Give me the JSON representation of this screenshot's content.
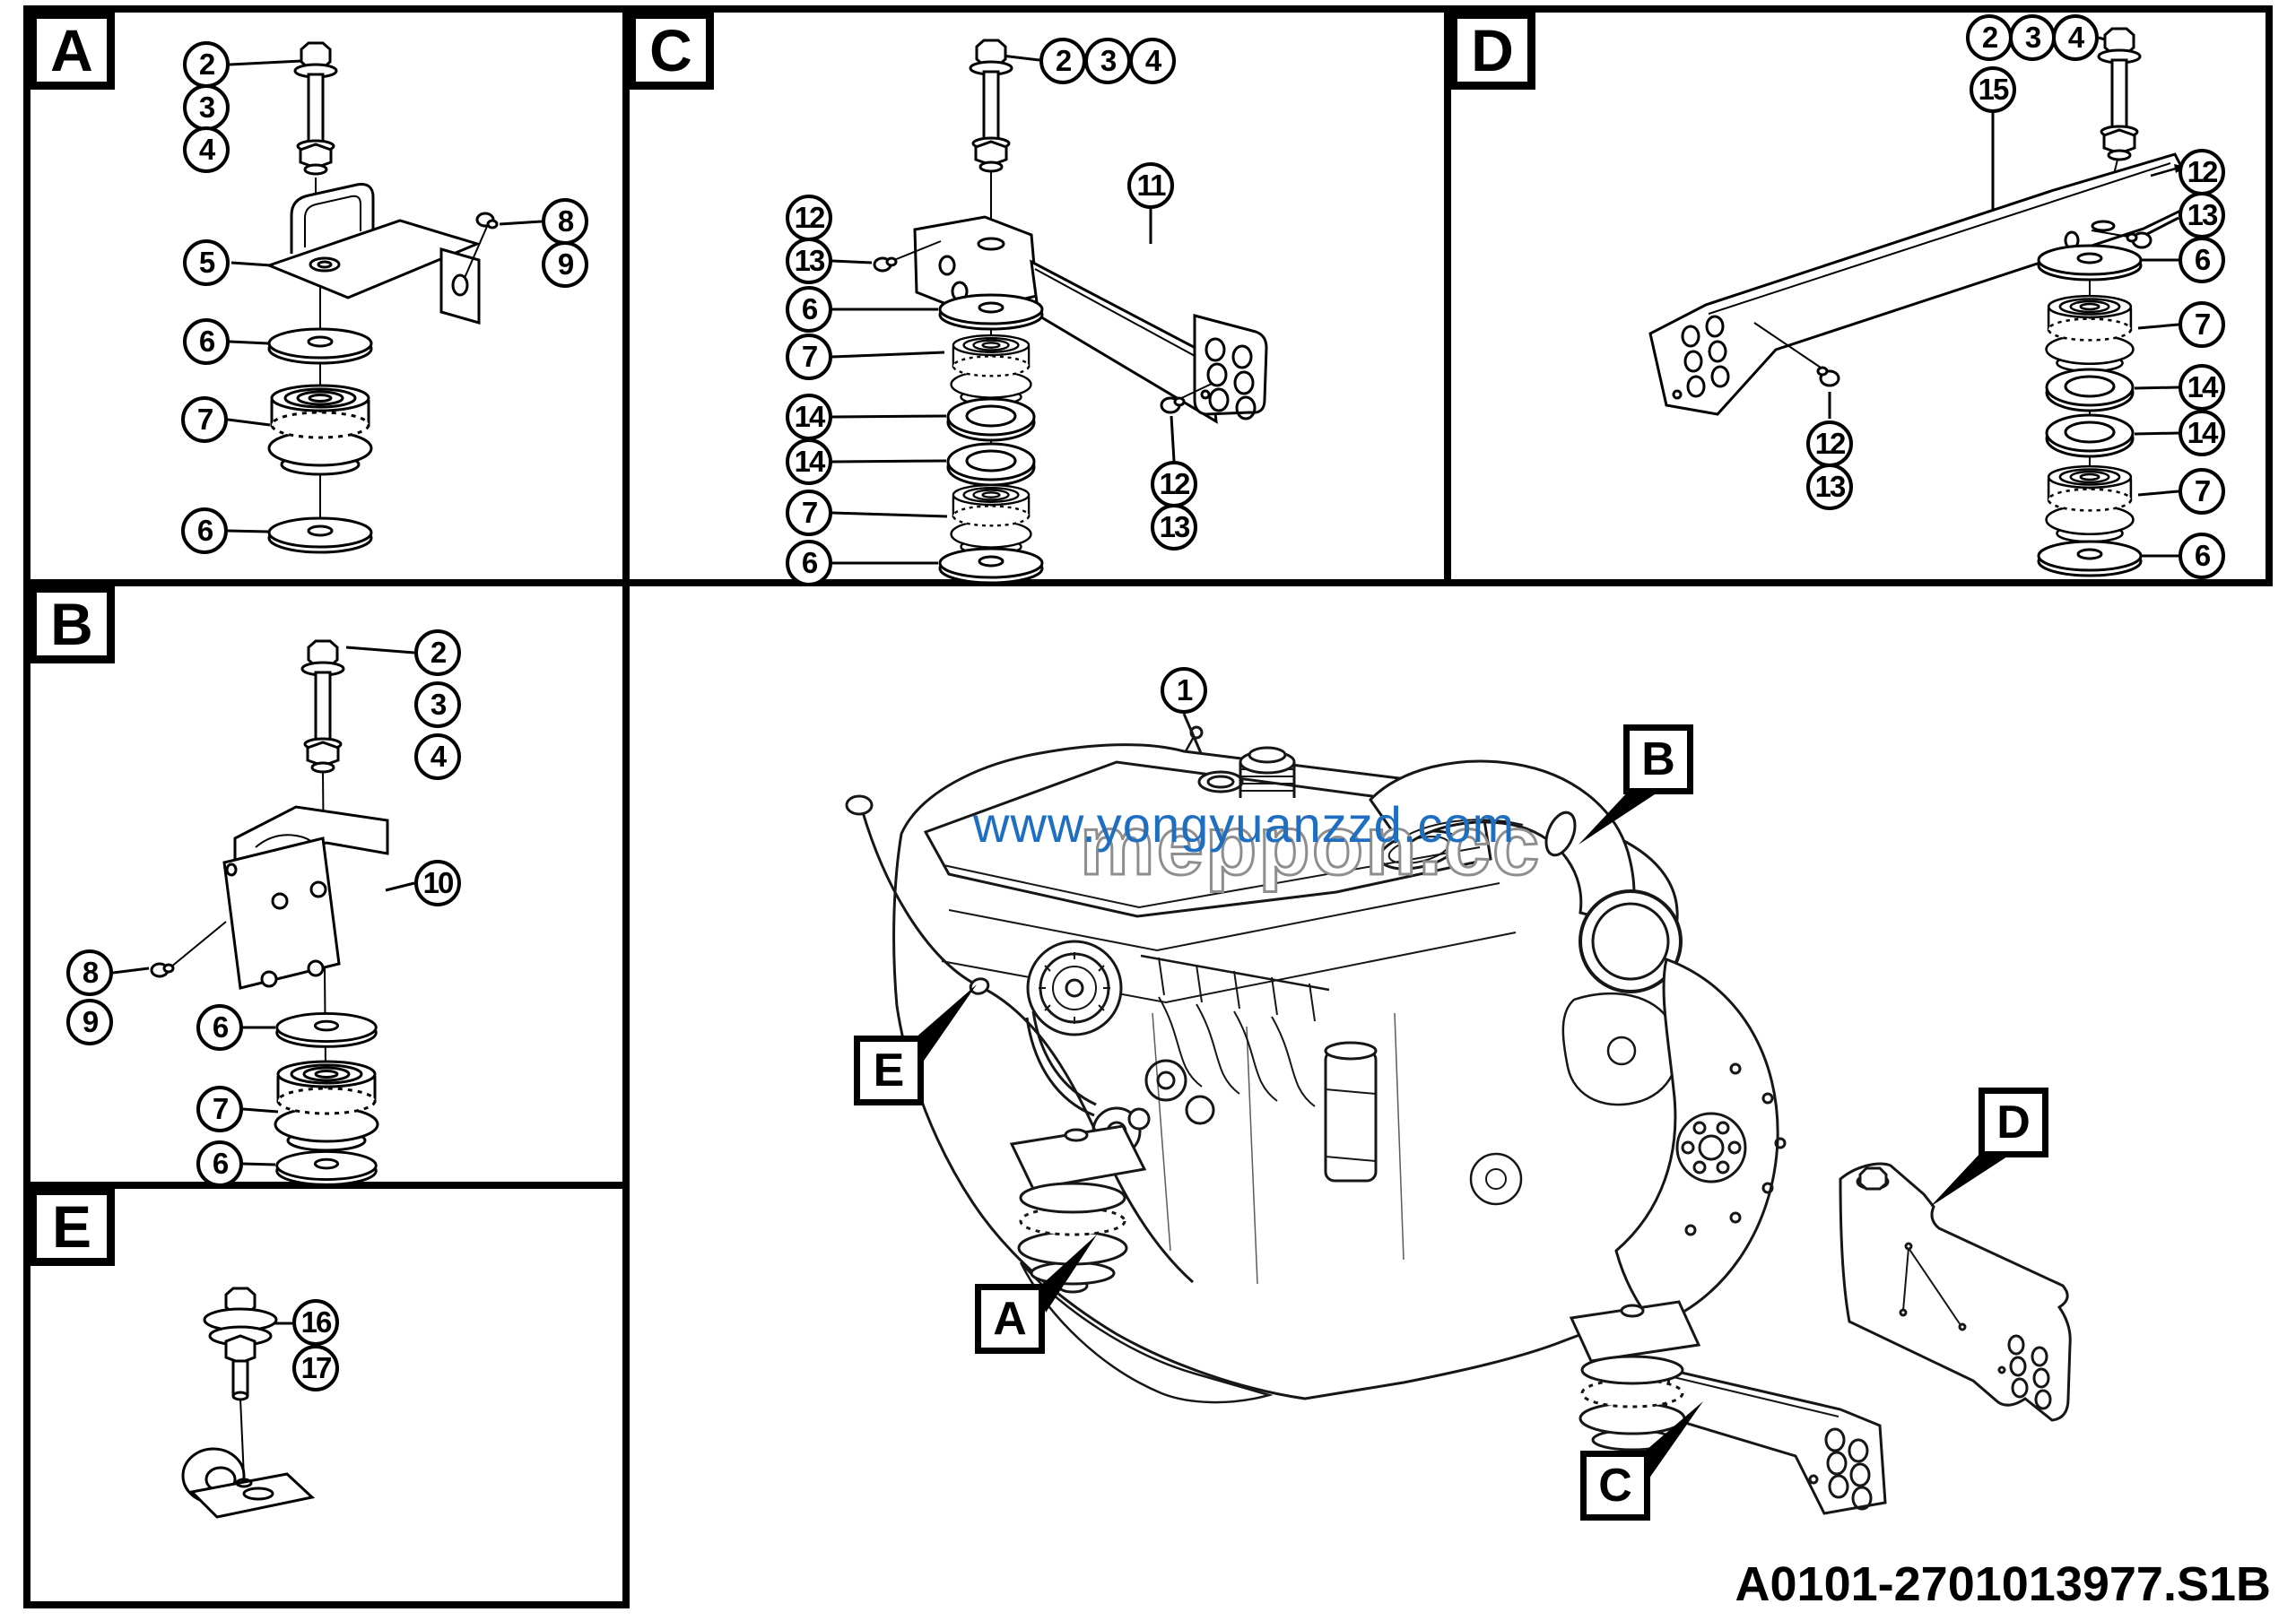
{
  "panelA": {
    "label": "A",
    "callouts": [
      "2",
      "3",
      "4",
      "8",
      "9",
      "5",
      "6",
      "7",
      "6"
    ]
  },
  "panelB": {
    "label": "B",
    "callouts": [
      "2",
      "3",
      "4",
      "10",
      "8",
      "9",
      "6",
      "7",
      "6"
    ]
  },
  "panelC": {
    "label": "C",
    "callouts": [
      "2",
      "3",
      "4",
      "11",
      "12",
      "13",
      "6",
      "7",
      "14",
      "14",
      "7",
      "6",
      "12",
      "13"
    ]
  },
  "panelD": {
    "label": "D",
    "callouts": [
      "2",
      "3",
      "4",
      "15",
      "12",
      "13",
      "6",
      "7",
      "14",
      "14",
      "7",
      "6",
      "12",
      "13"
    ]
  },
  "panelE": {
    "label": "E",
    "callouts": [
      "16",
      "17"
    ]
  },
  "engine": {
    "callout": "1",
    "labels": {
      "a": "A",
      "b": "B",
      "c": "C",
      "d": "D",
      "e": "E"
    }
  },
  "watermark": {
    "url": "www.yongyuanzzd.com",
    "domain": "meppon.cc"
  },
  "footer": {
    "part_number": "A0101-2701013977.S1B"
  }
}
